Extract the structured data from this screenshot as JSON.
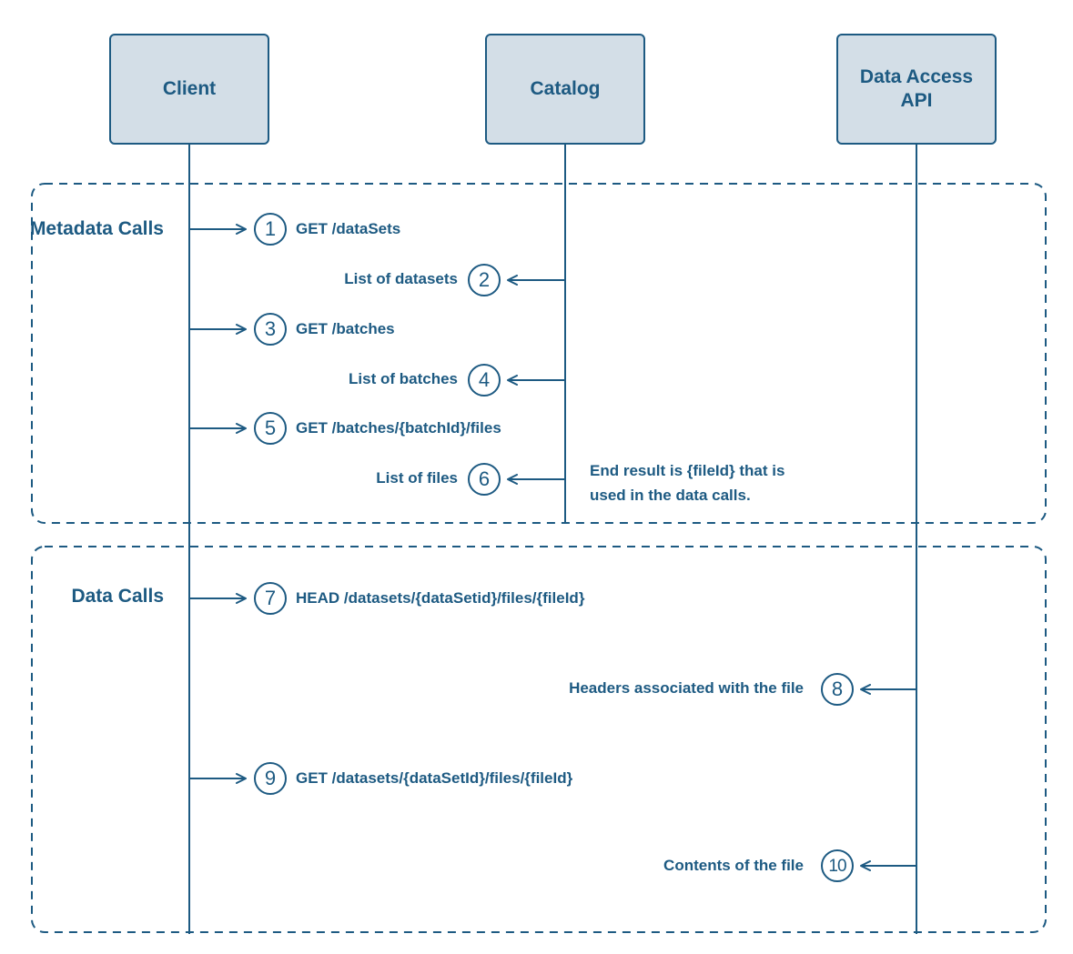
{
  "participants": {
    "client": "Client",
    "catalog": "Catalog",
    "data_access": "Data Access API"
  },
  "sections": {
    "metadata": "Metadata Calls",
    "data": "Data Calls"
  },
  "steps": [
    {
      "number": "1",
      "label": "GET /dataSets"
    },
    {
      "number": "2",
      "label": "List of datasets"
    },
    {
      "number": "3",
      "label": "GET /batches"
    },
    {
      "number": "4",
      "label": "List of batches"
    },
    {
      "number": "5",
      "label": "GET /batches/{batchId}/files"
    },
    {
      "number": "6",
      "label": "List of files"
    },
    {
      "number": "7",
      "label": "HEAD /datasets/{dataSetid}/files/{fileId}"
    },
    {
      "number": "8",
      "label": "Headers associated with the file"
    },
    {
      "number": "9",
      "label": "GET /datasets/{dataSetId}/files/{fileId}"
    },
    {
      "number": "10",
      "label": "Contents of the file"
    }
  ],
  "note": "End result is {fileId} that is used in the data calls.",
  "colors": {
    "stroke": "#1d5a82",
    "box_fill": "#d3dee7",
    "background": "#ffffff"
  }
}
